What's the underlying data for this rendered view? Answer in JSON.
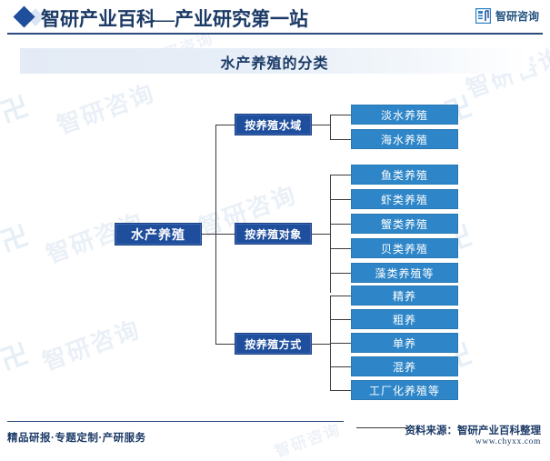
{
  "header": {
    "title": "智研产业百科—产业研究第一站",
    "brand_name": "智研咨询",
    "brand_icon": "zhiyan-logo-icon",
    "diamond_icon": "diamond-bullet-icon"
  },
  "chart_title": "水产养殖的分类",
  "watermark_text": "智研咨询",
  "chart_data": {
    "type": "diagram",
    "title": "水产养殖的分类",
    "root": "水产养殖",
    "branches": [
      {
        "label": "按养殖水域",
        "children": [
          "淡水养殖",
          "海水养殖"
        ]
      },
      {
        "label": "按养殖对象",
        "children": [
          "鱼类养殖",
          "虾类养殖",
          "蟹类养殖",
          "贝类养殖",
          "藻类养殖等"
        ]
      },
      {
        "label": "按养殖方式",
        "children": [
          "精养",
          "粗养",
          "单养",
          "混养",
          "工厂化养殖等"
        ]
      }
    ],
    "colors": {
      "root_fill": "#1F4E9C",
      "branch_fill": "#1F4E9C",
      "leaf_fill": "#2E86C8",
      "line": "#3B3B3B",
      "title_band": "#E4EBF6",
      "header_text": "#1B3A66"
    }
  },
  "footer": {
    "services": "精品研报·专题定制·产研服务",
    "source": "资料来源：智研产业百科整理",
    "url": "www.chyxx.com"
  }
}
